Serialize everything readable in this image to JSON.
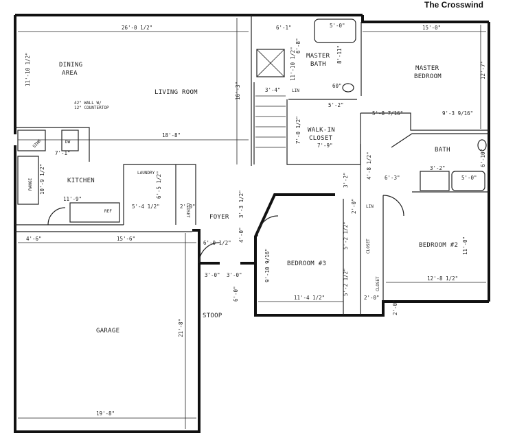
{
  "title": "The Crosswind",
  "rooms": {
    "dining": [
      "DINING",
      "AREA"
    ],
    "living": "LIVING ROOM",
    "master_bath": [
      "MASTER",
      "BATH"
    ],
    "master_bedroom": [
      "MASTER",
      "BEDROOM"
    ],
    "walkin": [
      "WALK-IN",
      "CLOSET"
    ],
    "bath": "BATH",
    "kitchen": "KITCHEN",
    "laundry": "LAUNDRY",
    "foyer": "FOYER",
    "bedroom3": "BEDROOM #3",
    "bedroom2": "BEDROOM #2",
    "garage": "GARAGE",
    "stoop": "STOOP"
  },
  "labels": {
    "sink": "SINK",
    "dw": "DW",
    "range": "RANGE",
    "ref": "REF",
    "lin": "LIN",
    "lin2": "LIN",
    "closet": "CLOSET",
    "closet_b3": "CLOSET",
    "closet_b2": "CLOSET",
    "wall_note": [
      "42\" WALL W/",
      "12\" COUNTERTOP"
    ]
  },
  "dims": {
    "d_26_0": "26'-0 1/2\"",
    "d_6_1": "6'-1\"",
    "d_5_0_tub": "5'-0\"",
    "d_15_0": "15'-0\"",
    "d_11_10_dining": "11'-10 1/2\"",
    "d_6_8": "6'-8\"",
    "d_8_11": "8'-11\"",
    "d_12_7": "12'-7\"",
    "d_16_3": "16'-3\"",
    "d_11_10_bath": "11'-10 1/2\"",
    "d_3_4": "3'-4\"",
    "d_60": "60\"",
    "d_5_2": "5'-2\"",
    "d_5_8": "5'-8 7/16\"",
    "d_9_3": "9'-3 9/16\"",
    "d_18_8": "18'-8\"",
    "d_7_0": "7'-0 1/2\"",
    "d_7_9": "7'-9\"",
    "d_7_1": "7'-1\"",
    "d_10_9": "10'-9 1/2\"",
    "d_4_8": "4'-8 1/2\"",
    "d_3_2_hall": "3'-2\"",
    "d_6_3": "6'-3\"",
    "d_3_2_bath": "3'-2\"",
    "d_5_0_bath": "5'-0\"",
    "d_6_10": "6'-10\"",
    "d_11_9": "11'-9\"",
    "d_6_5": "6'-5 1/2\"",
    "d_5_4": "5'-4 1/2\"",
    "d_2_0_a": "2'-0\"",
    "d_2_0_b": "2'-0\"",
    "d_3_3": "3'-3 1/2\"",
    "d_2_0_c": "2'-0\"",
    "d_4_6": "4'-6\"",
    "d_15_6": "15'-6\"",
    "d_6_0": "6'-0 1/2\"",
    "d_4_0": "4'-0\"",
    "d_9_10": "9'-10 9/16\"",
    "d_5_2_v1": "5'-2 1/2\"",
    "d_11_0": "11'-0\"",
    "d_3_0_a": "3'-0\"",
    "d_3_0_b": "3'-0\"",
    "d_6_0_v": "6'-0\"",
    "d_11_4": "11'-4 1/2\"",
    "d_5_2_v2": "5'-2 1/2\"",
    "d_2_0_d": "2'-0\"",
    "d_12_8": "12'-8 1/2\"",
    "d_2_0_e": "2'-0\"",
    "d_21_8": "21'-8\"",
    "d_19_8": "19'-8\""
  }
}
